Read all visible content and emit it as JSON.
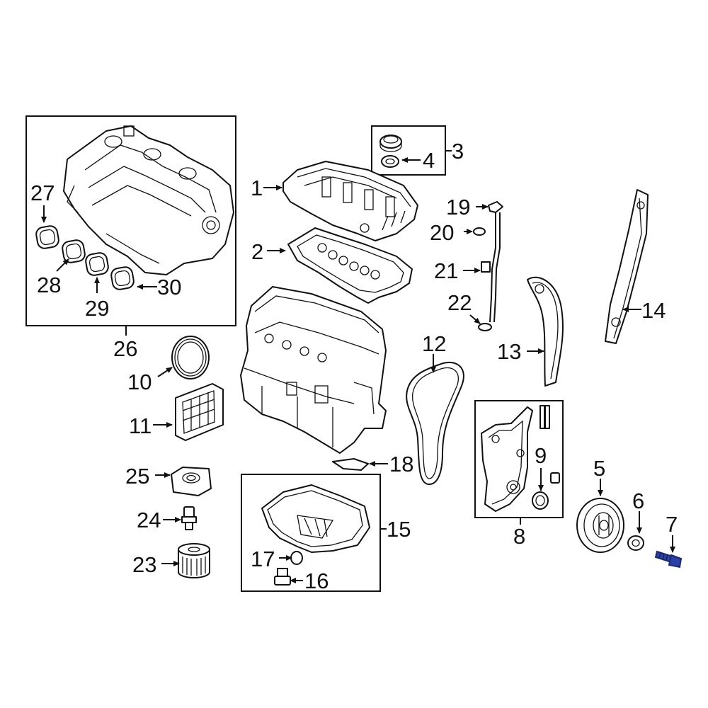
{
  "callouts": {
    "c1": "1",
    "c2": "2",
    "c3": "3",
    "c4": "4",
    "c5": "5",
    "c6": "6",
    "c7": "7",
    "c8": "8",
    "c9": "9",
    "c10": "10",
    "c11": "11",
    "c12": "12",
    "c13": "13",
    "c14": "14",
    "c15": "15",
    "c16": "16",
    "c17": "17",
    "c18": "18",
    "c19": "19",
    "c20": "20",
    "c21": "21",
    "c22": "22",
    "c23": "23",
    "c24": "24",
    "c25": "25",
    "c26": "26",
    "c27": "27",
    "c28": "28",
    "c29": "29",
    "c30": "30"
  },
  "highlight_color": "#2b3fa6"
}
